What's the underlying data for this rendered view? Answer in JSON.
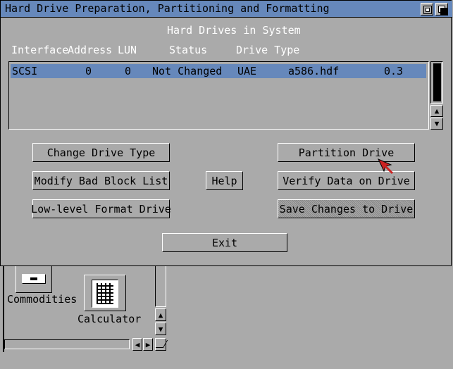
{
  "window": {
    "title": "Hard Drive Preparation, Partitioning and Formatting"
  },
  "section_title": "Hard Drives in System",
  "columns": [
    "Interface",
    "Address",
    "LUN",
    "Status",
    "Drive Type"
  ],
  "drives": [
    {
      "interface": "SCSI",
      "address": "0",
      "lun": "0",
      "status": "Not Changed",
      "drive_type": "UAE",
      "file": "a586.hdf",
      "version": "0.3",
      "selected": true
    }
  ],
  "buttons": {
    "change_drive_type": "Change Drive Type",
    "modify_bad_block": "Modify Bad Block List",
    "low_level_format": "Low-level Format Drive",
    "help": "Help",
    "partition_drive": "Partition Drive",
    "verify_data": "Verify Data on Drive",
    "save_changes": "Save Changes to Drive",
    "exit": "Exit"
  },
  "workbench": {
    "icons": [
      {
        "label": "Commodities",
        "icon": "drawer-icon"
      },
      {
        "label": "Calculator",
        "icon": "calculator-icon"
      }
    ]
  },
  "colors": {
    "title_bar": "#6688bb",
    "background": "#aaaaaa",
    "selection": "#6688bb",
    "pointer": "#cc2222"
  }
}
